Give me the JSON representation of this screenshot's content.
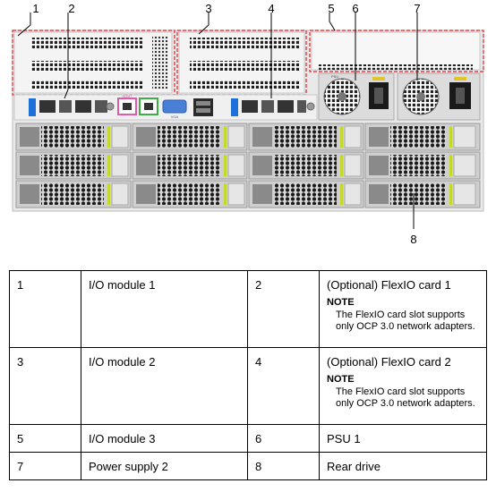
{
  "callouts": [
    "1",
    "2",
    "3",
    "4",
    "5",
    "6",
    "7",
    "8"
  ],
  "panel_labels": {
    "mgmt_port": "MGMT",
    "vga_port": "VGA",
    "psu_label": "PSU"
  },
  "legend": {
    "rows": [
      {
        "num_a": "1",
        "label_a": "I/O module 1",
        "num_b": "2",
        "label_b": "(Optional) FlexIO card 1",
        "note_title": "NOTE",
        "note_text": "The FlexIO card slot supports only OCP 3.0 network adapters."
      },
      {
        "num_a": "3",
        "label_a": "I/O module 2",
        "num_b": "4",
        "label_b": "(Optional) FlexIO card 2",
        "note_title": "NOTE",
        "note_text": "The FlexIO card slot supports only OCP 3.0 network adapters."
      },
      {
        "num_a": "5",
        "label_a": "I/O module 3",
        "num_b": "6",
        "label_b": "PSU 1"
      },
      {
        "num_a": "7",
        "label_a": "Power supply 2",
        "num_b": "8",
        "label_b": "Rear drive"
      }
    ]
  }
}
